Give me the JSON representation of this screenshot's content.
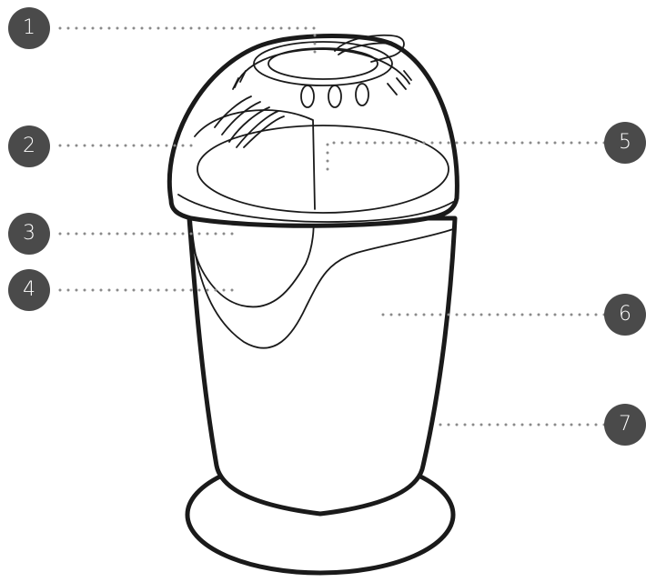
{
  "callouts": [
    {
      "number": "1"
    },
    {
      "number": "2"
    },
    {
      "number": "3"
    },
    {
      "number": "4"
    },
    {
      "number": "5"
    },
    {
      "number": "6"
    },
    {
      "number": "7"
    }
  ],
  "colors": {
    "badge": "#4a4a4a",
    "badge_text": "#ffffff",
    "outline": "#1a1a1a",
    "leader_dots": "#8a8a8a",
    "background": "#ffffff"
  }
}
